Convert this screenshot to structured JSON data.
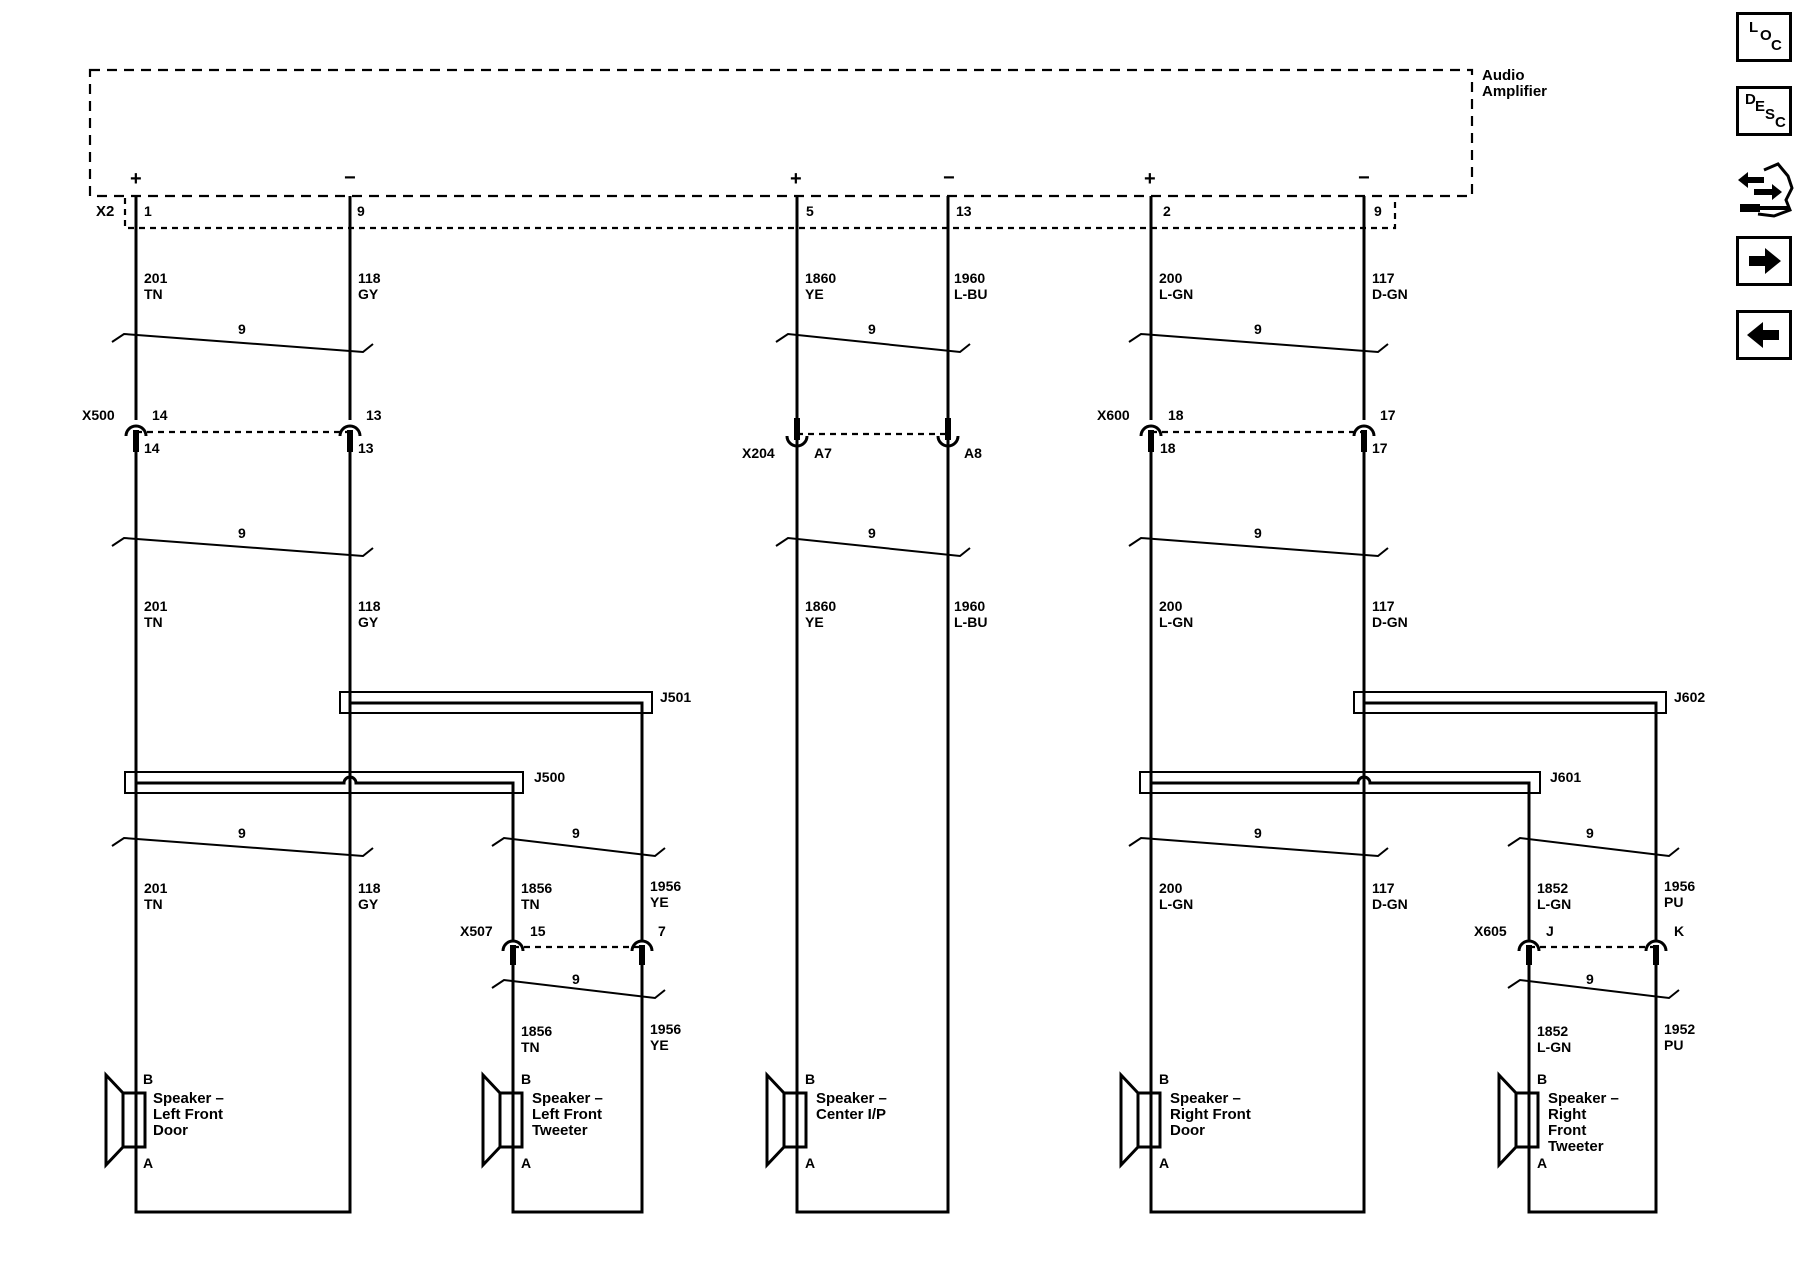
{
  "amplifier": {
    "label_line1": "Audio",
    "label_line2": "Amplifier",
    "connector": "X2"
  },
  "polarity": {
    "plus": "+",
    "minus": "−"
  },
  "pins_top": [
    "1",
    "9",
    "5",
    "13",
    "2",
    "9"
  ],
  "wires_upper": [
    {
      "circuit": "201",
      "color": "TN"
    },
    {
      "circuit": "118",
      "color": "GY"
    },
    {
      "circuit": "1860",
      "color": "YE"
    },
    {
      "circuit": "1960",
      "color": "L-BU"
    },
    {
      "circuit": "200",
      "color": "L-GN"
    },
    {
      "circuit": "117",
      "color": "D-GN"
    }
  ],
  "twist_label": "9",
  "inline_connectors": {
    "x500": {
      "name": "X500",
      "pins": [
        "14",
        "13"
      ]
    },
    "x204": {
      "name": "X204",
      "pins": [
        "A7",
        "A8"
      ]
    },
    "x600": {
      "name": "X600",
      "pins": [
        "18",
        "17"
      ]
    },
    "x507": {
      "name": "X507",
      "pins": [
        "15",
        "7"
      ]
    },
    "x605": {
      "name": "X605",
      "pins": [
        "J",
        "K"
      ]
    }
  },
  "splices": {
    "j500": "J500",
    "j501": "J501",
    "j601": "J601",
    "j602": "J602"
  },
  "wires_tweeter": [
    {
      "circuit": "1856",
      "color": "TN"
    },
    {
      "circuit": "1956",
      "color": "YE"
    },
    {
      "circuit": "1852",
      "color": "L-GN"
    },
    {
      "circuit": "1956",
      "color": "PU"
    },
    {
      "circuit": "1952",
      "color": "PU"
    }
  ],
  "speaker_pins": {
    "b": "B",
    "a": "A"
  },
  "speakers": {
    "left_front_door": [
      "Speaker –",
      "Left Front",
      "Door"
    ],
    "left_front_tweeter": [
      "Speaker –",
      "Left Front",
      "Tweeter"
    ],
    "center_ip": [
      "Speaker –",
      "Center I/P"
    ],
    "right_front_door": [
      "Speaker –",
      "Right Front",
      "Door"
    ],
    "right_front_tweeter": [
      "Speaker –",
      "Right",
      "Front",
      "Tweeter"
    ]
  },
  "nav_buttons": [
    {
      "name": "loc",
      "letters": [
        "L",
        "O",
        "C"
      ]
    },
    {
      "name": "desc",
      "letters": [
        "D",
        "E",
        "S",
        "C"
      ]
    },
    {
      "name": "connector-end-view",
      "icon": "connector-end-view-icon"
    },
    {
      "name": "next",
      "icon": "arrow-right-icon"
    },
    {
      "name": "previous",
      "icon": "arrow-left-icon"
    }
  ]
}
